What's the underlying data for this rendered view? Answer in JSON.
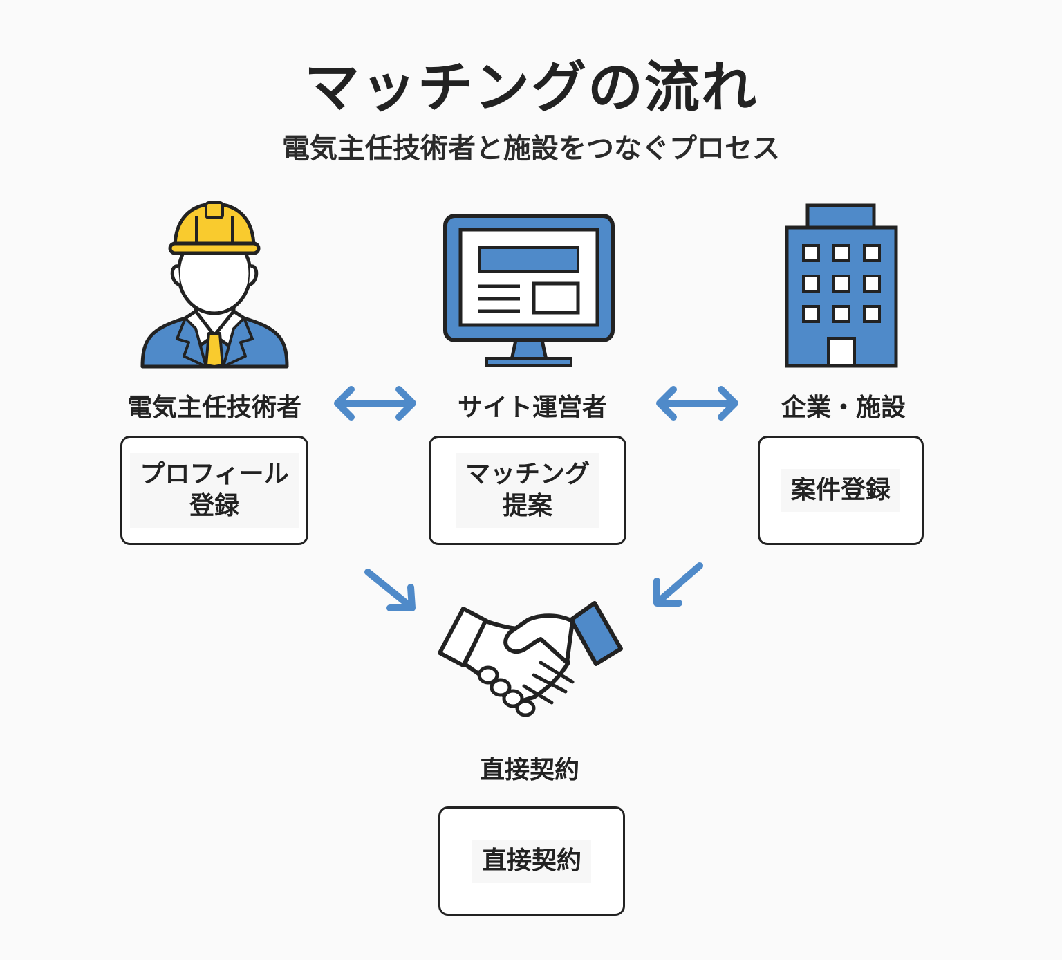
{
  "title": "マッチングの流れ",
  "subtitle": "電気主任技術者と施設をつなぐプロセス",
  "colors": {
    "accent": "#4f8ac9",
    "helmet": "#f9cb2e",
    "outline": "#222222",
    "background": "#fafafa"
  },
  "nodes": {
    "engineer": {
      "icon": "engineer-icon",
      "label": "電気主任技術者",
      "box_lines": [
        "プロフィール",
        "登録"
      ]
    },
    "operator": {
      "icon": "computer-monitor-icon",
      "label": "サイト運営者",
      "box_lines": [
        "マッチング",
        "提案"
      ]
    },
    "facility": {
      "icon": "building-icon",
      "label": "企業・施設",
      "box_lines": [
        "案件登録"
      ]
    },
    "contract": {
      "icon": "handshake-icon",
      "label": "直接契約",
      "box_lines": [
        "直接契約"
      ]
    }
  },
  "connections": [
    {
      "from": "engineer",
      "to": "operator",
      "type": "bidirectional-arrow"
    },
    {
      "from": "operator",
      "to": "facility",
      "type": "bidirectional-arrow"
    },
    {
      "from": "engineer",
      "to": "contract",
      "type": "arrow"
    },
    {
      "from": "facility",
      "to": "contract",
      "type": "arrow"
    }
  ]
}
